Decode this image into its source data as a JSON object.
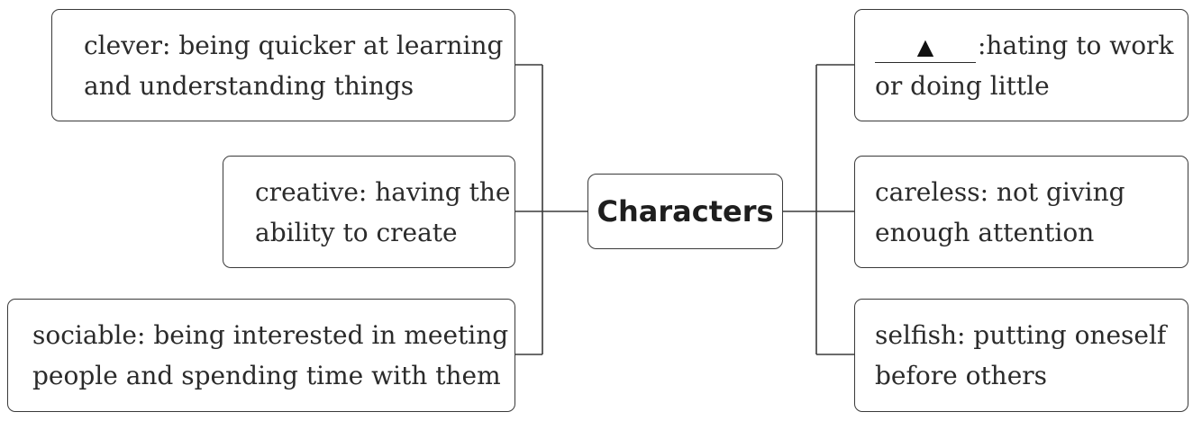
{
  "center": {
    "label": "Characters"
  },
  "left_boxes": [
    {
      "lines": [
        "clever: being quicker at learning",
        "and understanding things"
      ]
    },
    {
      "lines": [
        "creative: having the",
        "ability to create"
      ]
    },
    {
      "lines": [
        "sociable: being interested in meeting",
        "people and spending time with them"
      ]
    }
  ],
  "right_boxes": [
    {
      "blank_mark": "▲",
      "lines": [
        ":hating to work",
        "or doing little"
      ]
    },
    {
      "lines": [
        "careless: not giving",
        "enough attention"
      ]
    },
    {
      "lines": [
        "selfish: putting oneself",
        "before others"
      ]
    }
  ]
}
